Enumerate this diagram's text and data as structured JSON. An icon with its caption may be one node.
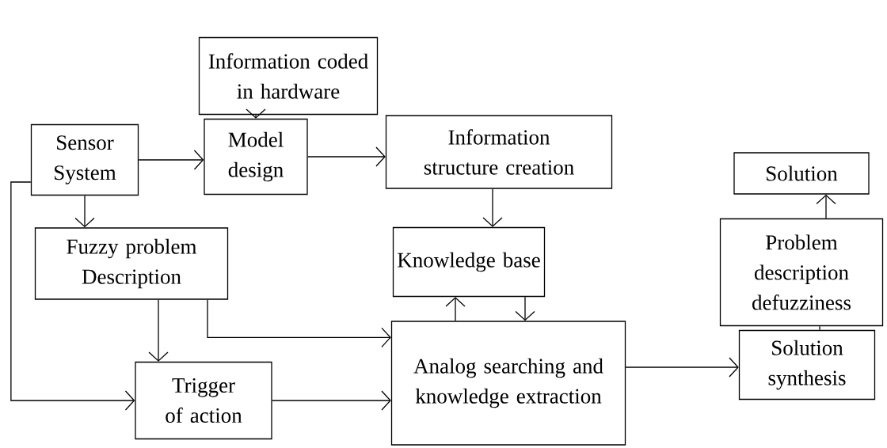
{
  "diagram": {
    "nodes": [
      {
        "text": [
          "Information coded in hardware"
        ]
      },
      {
        "text": [
          "Sensor System"
        ]
      },
      {
        "text": [
          "Model design"
        ]
      },
      {
        "text": [
          "Information structure creation"
        ]
      },
      {
        "text": [
          "Solution"
        ]
      },
      {
        "text": [
          "Fuzzy problem Description"
        ]
      },
      {
        "text": [
          "Knowledge base"
        ]
      },
      {
        "text": [
          "Problem description defuzziness"
        ]
      },
      {
        "text": [
          "Trigger of action"
        ]
      },
      {
        "text": [
          "Analog searching and knowledge extraction"
        ]
      },
      {
        "text": [
          "Solution synthesis"
        ]
      }
    ],
    "edges": [
      {
        "from": 0,
        "to": 2,
        "arrow": "to"
      },
      {
        "from": 1,
        "to": 2,
        "arrow": "to"
      },
      {
        "from": 2,
        "to": 3,
        "arrow": "to"
      },
      {
        "from": 1,
        "to": 5,
        "arrow": "to"
      },
      {
        "from": 3,
        "to": 6,
        "arrow": "to"
      },
      {
        "from": 9,
        "to": 6,
        "arrow": "to"
      },
      {
        "from": 6,
        "to": 9,
        "arrow": "to"
      },
      {
        "from": 5,
        "to": 8,
        "arrow": "to"
      },
      {
        "from": 5,
        "to": 9,
        "arrow": "to"
      },
      {
        "from": 1,
        "to": 8,
        "arrow": "to"
      },
      {
        "from": 8,
        "to": 9,
        "arrow": "to"
      },
      {
        "from": 9,
        "to": 10,
        "arrow": "to"
      },
      {
        "from": 7,
        "to": 4,
        "arrow": "to"
      },
      {
        "from": 10,
        "to": 7,
        "arrow": "none"
      }
    ]
  }
}
